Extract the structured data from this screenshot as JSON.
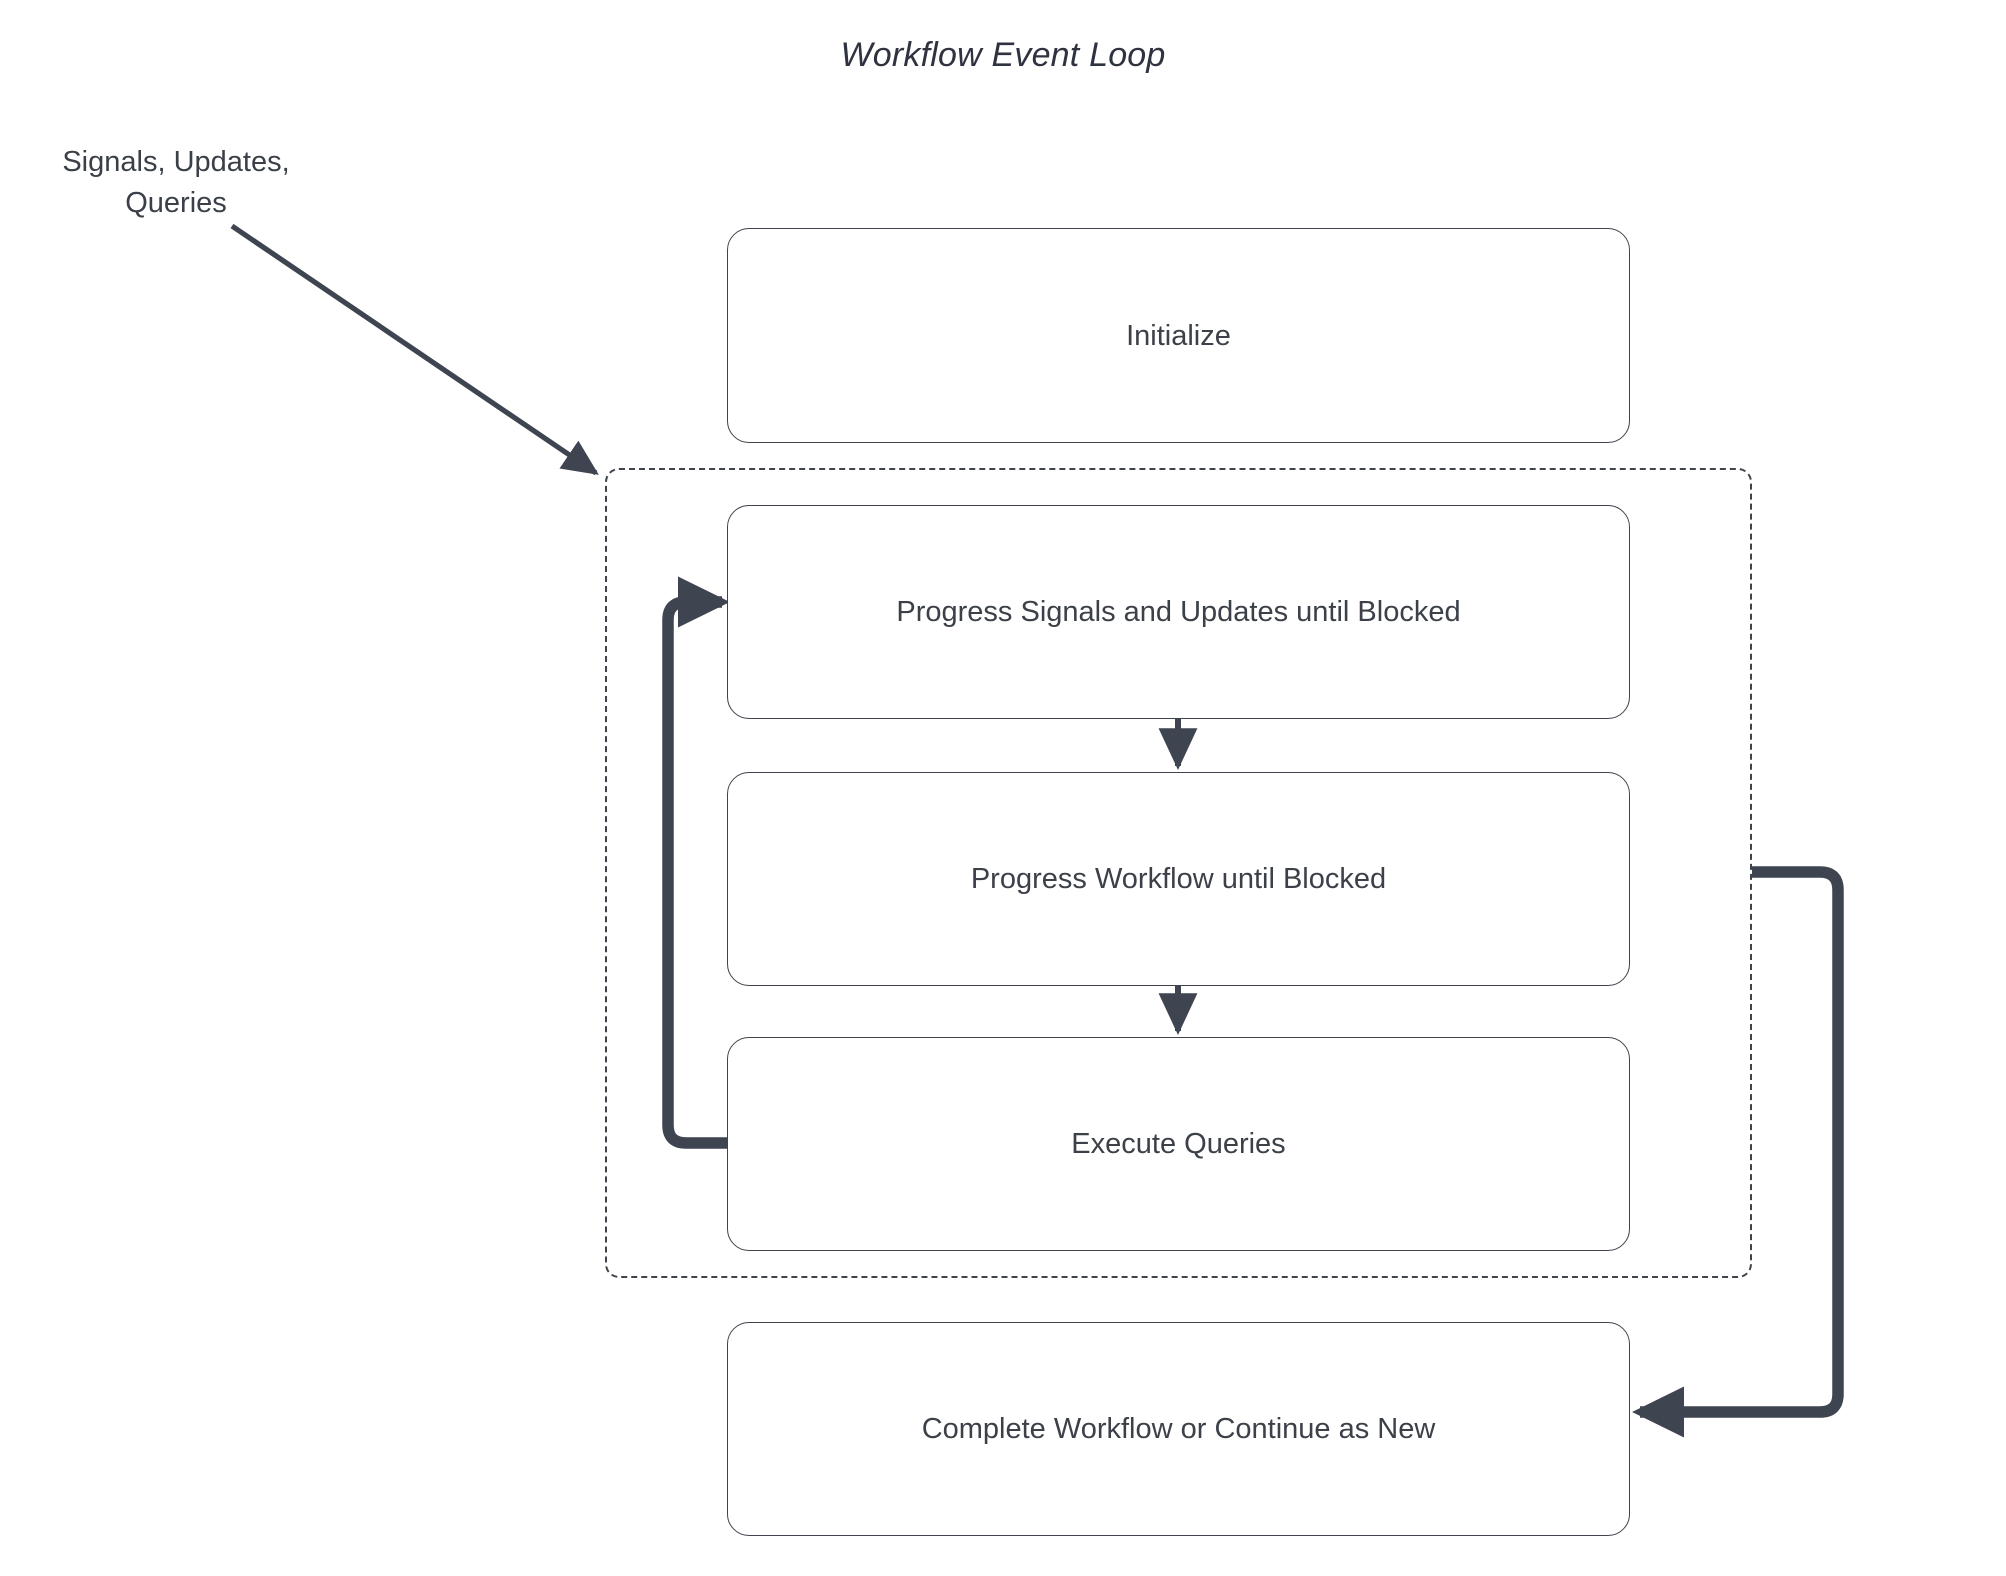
{
  "diagram": {
    "title": "Workflow Event Loop",
    "type": "flowchart",
    "background_color": "#ffffff",
    "stroke_color": "#3f434c",
    "text_color": "#3c4149",
    "connector_color": "#3e4450"
  },
  "external_input": {
    "label": "Signals, Updates,\nQueries",
    "line1": "Signals, Updates,",
    "line2": "Queries"
  },
  "nodes": [
    {
      "id": "initialize",
      "label": "Initialize"
    },
    {
      "id": "progress_signals",
      "label": "Progress Signals and Updates until Blocked"
    },
    {
      "id": "progress_workflow",
      "label": "Progress Workflow until Blocked"
    },
    {
      "id": "execute_queries",
      "label": "Execute Queries"
    },
    {
      "id": "complete_workflow",
      "label": "Complete Workflow or Continue as New"
    }
  ],
  "loop_container": {
    "name": "event-loop-group",
    "border_style": "dashed",
    "contains": [
      "progress_signals",
      "progress_workflow",
      "execute_queries"
    ]
  },
  "edges": [
    {
      "id": "signals_in",
      "from": "Signals, Updates, Queries",
      "to": "event loop",
      "style": "solid-arrow-diagonal"
    },
    {
      "id": "signals_to_wf",
      "from": "progress_signals",
      "to": "progress_workflow",
      "style": "solid-arrow-down"
    },
    {
      "id": "wf_to_queries",
      "from": "progress_workflow",
      "to": "execute_queries",
      "style": "solid-arrow-down"
    },
    {
      "id": "loop_back",
      "from": "execute_queries",
      "to": "progress_signals",
      "style": "thick-arrow-left-up-right"
    },
    {
      "id": "loop_exit",
      "from": "event loop",
      "to": "complete_workflow",
      "style": "thick-arrow-right-down-left"
    }
  ]
}
